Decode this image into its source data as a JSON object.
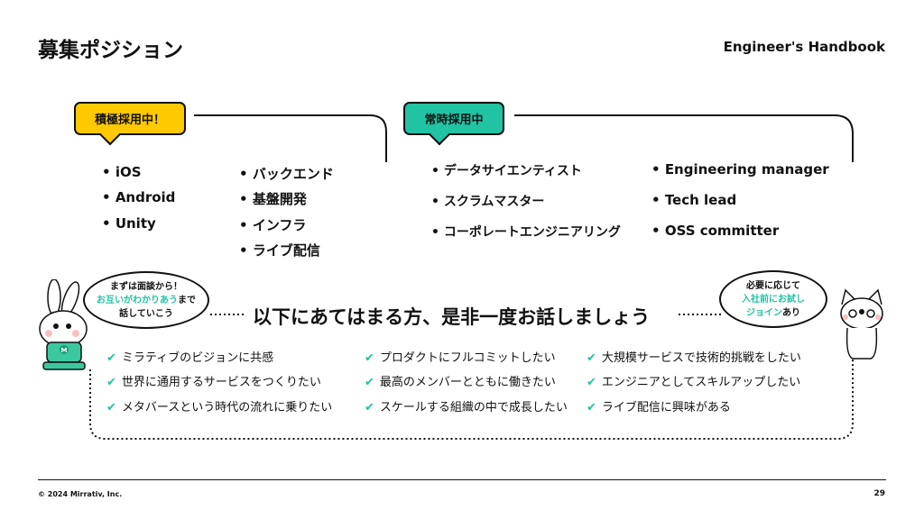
{
  "header": {
    "title": "募集ポジション",
    "brand": "Engineer's Handbook"
  },
  "colors": {
    "active": "#FFC900",
    "always": "#20C3A3"
  },
  "active_hiring": {
    "label": "積極採用中！",
    "items_left": [
      "iOS",
      "Android",
      "Unity"
    ],
    "items_right": [
      "バックエンド",
      "基盤開発",
      "インフラ",
      "ライブ配信"
    ]
  },
  "always_hiring": {
    "label": "常時採用中",
    "items_left": [
      "データサイエンティスト",
      "スクラムマスター",
      "コーポレートエンジニアリング"
    ],
    "items_right": [
      "Engineering manager",
      "Tech lead",
      "OSS committer"
    ]
  },
  "heading": "以下にあてはまる方、是非一度お話しましょう",
  "check_icon": "✔",
  "checks": [
    [
      "ミラティブのビジョンに共感",
      "世界に通用するサービスをつくりたい",
      "メタバースという時代の流れに乗りたい"
    ],
    [
      "プロダクトにフルコミットしたい",
      "最高のメンバーとともに働きたい",
      "スケールする組織の中で成長したい"
    ],
    [
      "大規模サービスで技術的挑戦をしたい",
      "エンジニアとしてスキルアップしたい",
      "ライブ配信に興味がある"
    ]
  ],
  "left_bubble": {
    "line1": "まずは面談から！",
    "line2_teal": "お互いがわかりあう",
    "line2_rest": "まで",
    "line3": "話していこう"
  },
  "right_bubble": {
    "line1": "必要に応じて",
    "line2_teal": "入社前にお試し",
    "line3_teal": "ジョイン",
    "line3_rest": "あり"
  },
  "mascot_badge": "M",
  "footer": {
    "copyright": "© 2024 Mirrativ, Inc.",
    "page": "29"
  }
}
